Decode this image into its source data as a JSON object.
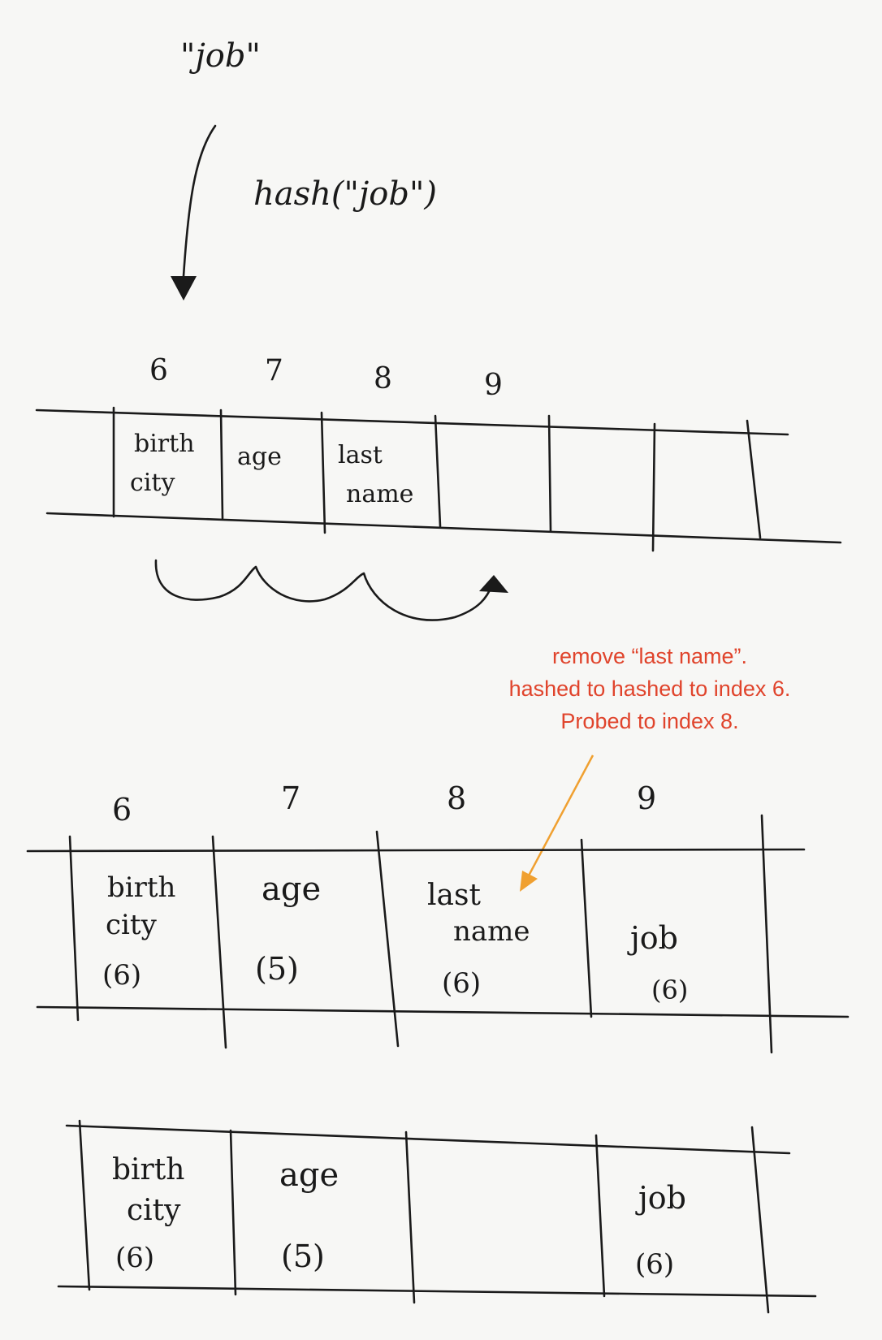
{
  "colors": {
    "ink": "#1a1a1a",
    "annotation": "#e0442c",
    "arrow": "#f0a030",
    "paper": "#f7f7f5"
  },
  "input_key": "\"job\"",
  "hash_call": "hash(\"job\")",
  "table1": {
    "indices": [
      "6",
      "7",
      "8",
      "9"
    ],
    "cells": [
      {
        "lines": [
          "birth",
          "city"
        ]
      },
      {
        "lines": [
          "age"
        ]
      },
      {
        "lines": [
          "last",
          "name"
        ]
      },
      {
        "lines": []
      },
      {
        "lines": []
      },
      {
        "lines": []
      }
    ]
  },
  "annotation": {
    "lines": [
      "remove “last name”.",
      "hashed to hashed to index 6.",
      "Probed to index 8."
    ]
  },
  "table2": {
    "indices": [
      "6",
      "7",
      "8",
      "9"
    ],
    "cells": [
      {
        "lines": [
          "birth",
          "city",
          "(6)"
        ]
      },
      {
        "lines": [
          "age",
          "(5)"
        ]
      },
      {
        "lines": [
          "last",
          "name",
          "(6)"
        ]
      },
      {
        "lines": [
          "job",
          "(6)"
        ]
      }
    ]
  },
  "table3": {
    "cells": [
      {
        "lines": [
          "birth",
          "city",
          "(6)"
        ]
      },
      {
        "lines": [
          "age",
          "(5)"
        ]
      },
      {
        "lines": []
      },
      {
        "lines": [
          "job",
          "(6)"
        ]
      }
    ]
  }
}
